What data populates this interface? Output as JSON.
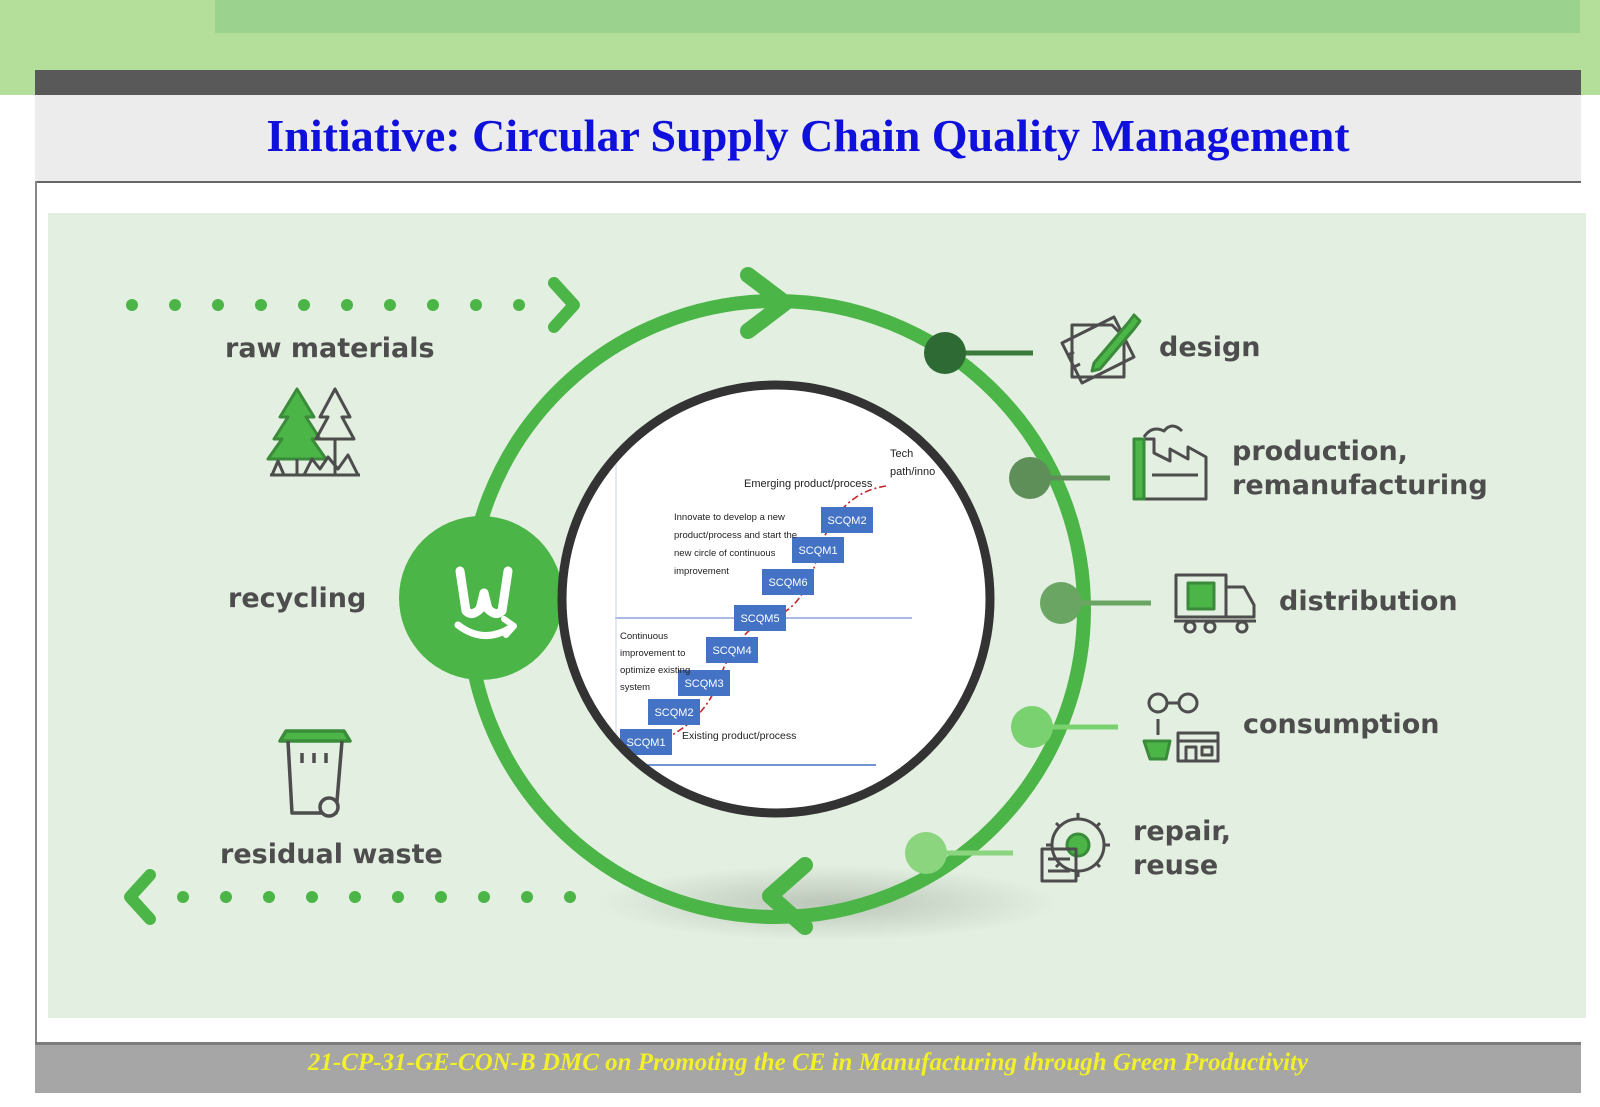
{
  "title": "Initiative: Circular Supply Chain Quality Management",
  "footer": "21-CP-31-GE-CON-B DMC on Promoting the CE in Manufacturing through Green Productivity",
  "left_labels": {
    "raw_materials": "raw materials",
    "recycling": "recycling",
    "residual_waste": "residual waste"
  },
  "stages": {
    "design": "design",
    "production_line1": "production,",
    "production_line2": "remanufacturing",
    "distribution": "distribution",
    "consumption": "consumption",
    "repair_line1": "repair,",
    "repair_line2": "reuse"
  },
  "center_logo": "w",
  "inset": {
    "emerging_label": "Emerging product/process",
    "tech_label_line1": "Tech",
    "tech_label_line2": "path/inno",
    "innovate_lines": [
      "Innovate to develop a new",
      "product/process and start the",
      "new circle of continuous",
      "improvement"
    ],
    "continuous_lines": [
      "Continuous",
      "improvement to",
      "optimize existing",
      "system"
    ],
    "existing_label": "Existing product/process",
    "boxes": [
      "SCQM1",
      "SCQM2",
      "SCQM3",
      "SCQM4",
      "SCQM5",
      "SCQM6",
      "SCQM1",
      "SCQM2"
    ]
  },
  "colors": {
    "title": "#1010dd",
    "footer_text": "#f2ef2b",
    "ring": "#4cb547",
    "panel": "#e3efe0",
    "scqm_box": "#4472c4"
  },
  "icons": [
    "trees-icon",
    "trash-bin-icon",
    "circular-logo-icon",
    "design-pencil-ruler-icon",
    "factory-icon",
    "delivery-truck-icon",
    "consumer-shop-icon",
    "gear-tools-icon"
  ]
}
